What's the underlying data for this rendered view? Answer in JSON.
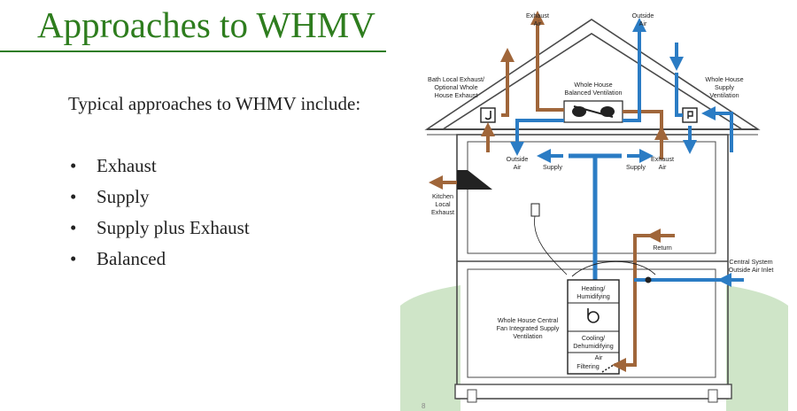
{
  "slide": {
    "title": "Approaches to WHMV",
    "intro": "Typical approaches to WHMV include:",
    "bullet_glyph": "•",
    "bullets": [
      "Exhaust",
      "Supply",
      "Supply plus Exhaust",
      "Balanced"
    ],
    "page_number": "8"
  },
  "diagram": {
    "labels": {
      "exhaust_air_top_1": "Exhaust",
      "exhaust_air_top_2": "Air",
      "outside_air_top_1": "Outside",
      "outside_air_top_2": "Air",
      "bath_1": "Bath Local Exhaust/",
      "bath_2": "Optional Whole",
      "bath_3": "House Exhaust",
      "balanced_1": "Whole House",
      "balanced_2": "Balanced Ventilation",
      "supply_vent_1": "Whole House",
      "supply_vent_2": "Supply",
      "supply_vent_3": "Ventilation",
      "outside_air_mid_1": "Outside",
      "outside_air_mid_2": "Air",
      "supply_left": "Supply",
      "supply_right": "Supply",
      "exhaust_air_mid_1": "Exhaust",
      "exhaust_air_mid_2": "Air",
      "kitchen_1": "Kitchen",
      "kitchen_2": "Local",
      "kitchen_3": "Exhaust",
      "return": "Return",
      "central_1": "Central System",
      "central_2": "Outside Air Inlet",
      "central_fan_1": "Whole House Central",
      "central_fan_2": "Fan Integrated Supply",
      "central_fan_3": "Ventilation",
      "heating_1": "Heating/",
      "heating_2": "Humidifying",
      "cooling_1": "Cooling/",
      "cooling_2": "Dehumidifying",
      "air_filtering_1": "Air",
      "air_filtering_2": "Filtering"
    },
    "colors": {
      "exhaust": "#a0663a",
      "supply": "#2b7cc4",
      "ground": "#cfe5c8",
      "house_outline": "#4a4a4a",
      "title": "#2e7d1e"
    }
  }
}
